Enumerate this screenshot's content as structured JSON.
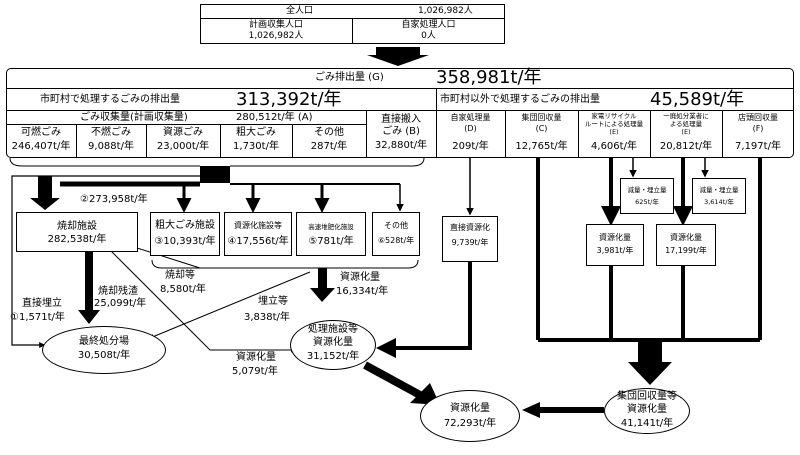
{
  "population": {
    "total_label": "全人口",
    "total_value": "1,026,982人",
    "planned_label": "計画収集人口",
    "planned_value": "1,026,982人",
    "self_label": "自家処理人口",
    "self_value": "0人"
  },
  "discharge": {
    "label": "ごみ排出量 (G)",
    "value": "358,981t/年"
  },
  "municipal": {
    "label": "市町村で処理するごみの排出量",
    "value": "313,392t/年",
    "collection_label": "ごみ収集量(計画収集量)",
    "collection_value": "280,512t/年 (A)",
    "direct_label_1": "直接搬入",
    "direct_label_2": "ごみ (B)",
    "direct_value": "32,880t/年",
    "categories": [
      {
        "label": "可燃ごみ",
        "value": "246,407t/年"
      },
      {
        "label": "不燃ごみ",
        "value": "9,088t/年"
      },
      {
        "label": "資源ごみ",
        "value": "23,000t/年"
      },
      {
        "label": "粗大ごみ",
        "value": "1,730t/年"
      },
      {
        "label": "その他",
        "value": "287t/年"
      }
    ]
  },
  "other": {
    "label": "市町村以外で処理するごみの排出量",
    "value": "45,589t/年",
    "items": [
      {
        "label_1": "自家処理量",
        "label_2": "(D)",
        "value": "209t/年"
      },
      {
        "label_1": "集団回収量",
        "label_2": "(C)",
        "value": "12,765t/年"
      },
      {
        "label_1": "家電リサイクル",
        "label_2": "ルートによる処理量",
        "label_3": "(E)",
        "value": "4,606t/年"
      },
      {
        "label_1": "一廃処分業者に",
        "label_2": "よる処理量",
        "label_3": "(E)",
        "value": "20,812t/年"
      },
      {
        "label_1": "店頭回収量",
        "label_2": "(F)",
        "value": "7,197t/年"
      }
    ]
  },
  "flows": {
    "to_incin": "②273,958t/年",
    "incin_label": "焼却施設",
    "incin_value": "282,538t/年",
    "bulky_label": "粗大ごみ施設",
    "bulky_value": "③10,393t/年",
    "resfac_label": "資源化施設等",
    "resfac_value": "④17,556t/年",
    "compost_label": "高速堆肥化施設",
    "compost_value": "⑤781t/年",
    "othfac_label": "その他",
    "othfac_value": "⑥528t/年",
    "direct_res_label": "直接資源化",
    "direct_res_value": "9,739t/年",
    "red1_label": "減量・埋立量",
    "red1_value": "625t/年",
    "red2_label": "減量・埋立量",
    "red2_value": "3,614t/年",
    "res1_label": "資源化量",
    "res1_value": "3,981t/年",
    "res2_label": "資源化量",
    "res2_value": "17,199t/年",
    "incin_lbl": "焼却等",
    "incin_amt": "8,580t/年",
    "res_amt_label": "資源化量",
    "res_amt_value": "16,334t/年",
    "residue_label": "焼却残渣",
    "residue_value": "25,099t/年",
    "landfill_lbl": "埋立等",
    "landfill_amt": "3,838t/年",
    "direct_land_label": "直接埋立",
    "direct_land_value": "①1,571t/年",
    "res3_label": "資源化量",
    "res3_value": "5,079t/年",
    "final_label": "最終処分場",
    "final_value": "30,508t/年",
    "proc_label_1": "処理施設等",
    "proc_label_2": "資源化量",
    "proc_value": "31,152t/年",
    "group_label_1": "集団回収量等",
    "group_label_2": "資源化量",
    "group_value": "41,141t/年",
    "total_res_label": "資源化量",
    "total_res_value": "72,293t/年"
  }
}
